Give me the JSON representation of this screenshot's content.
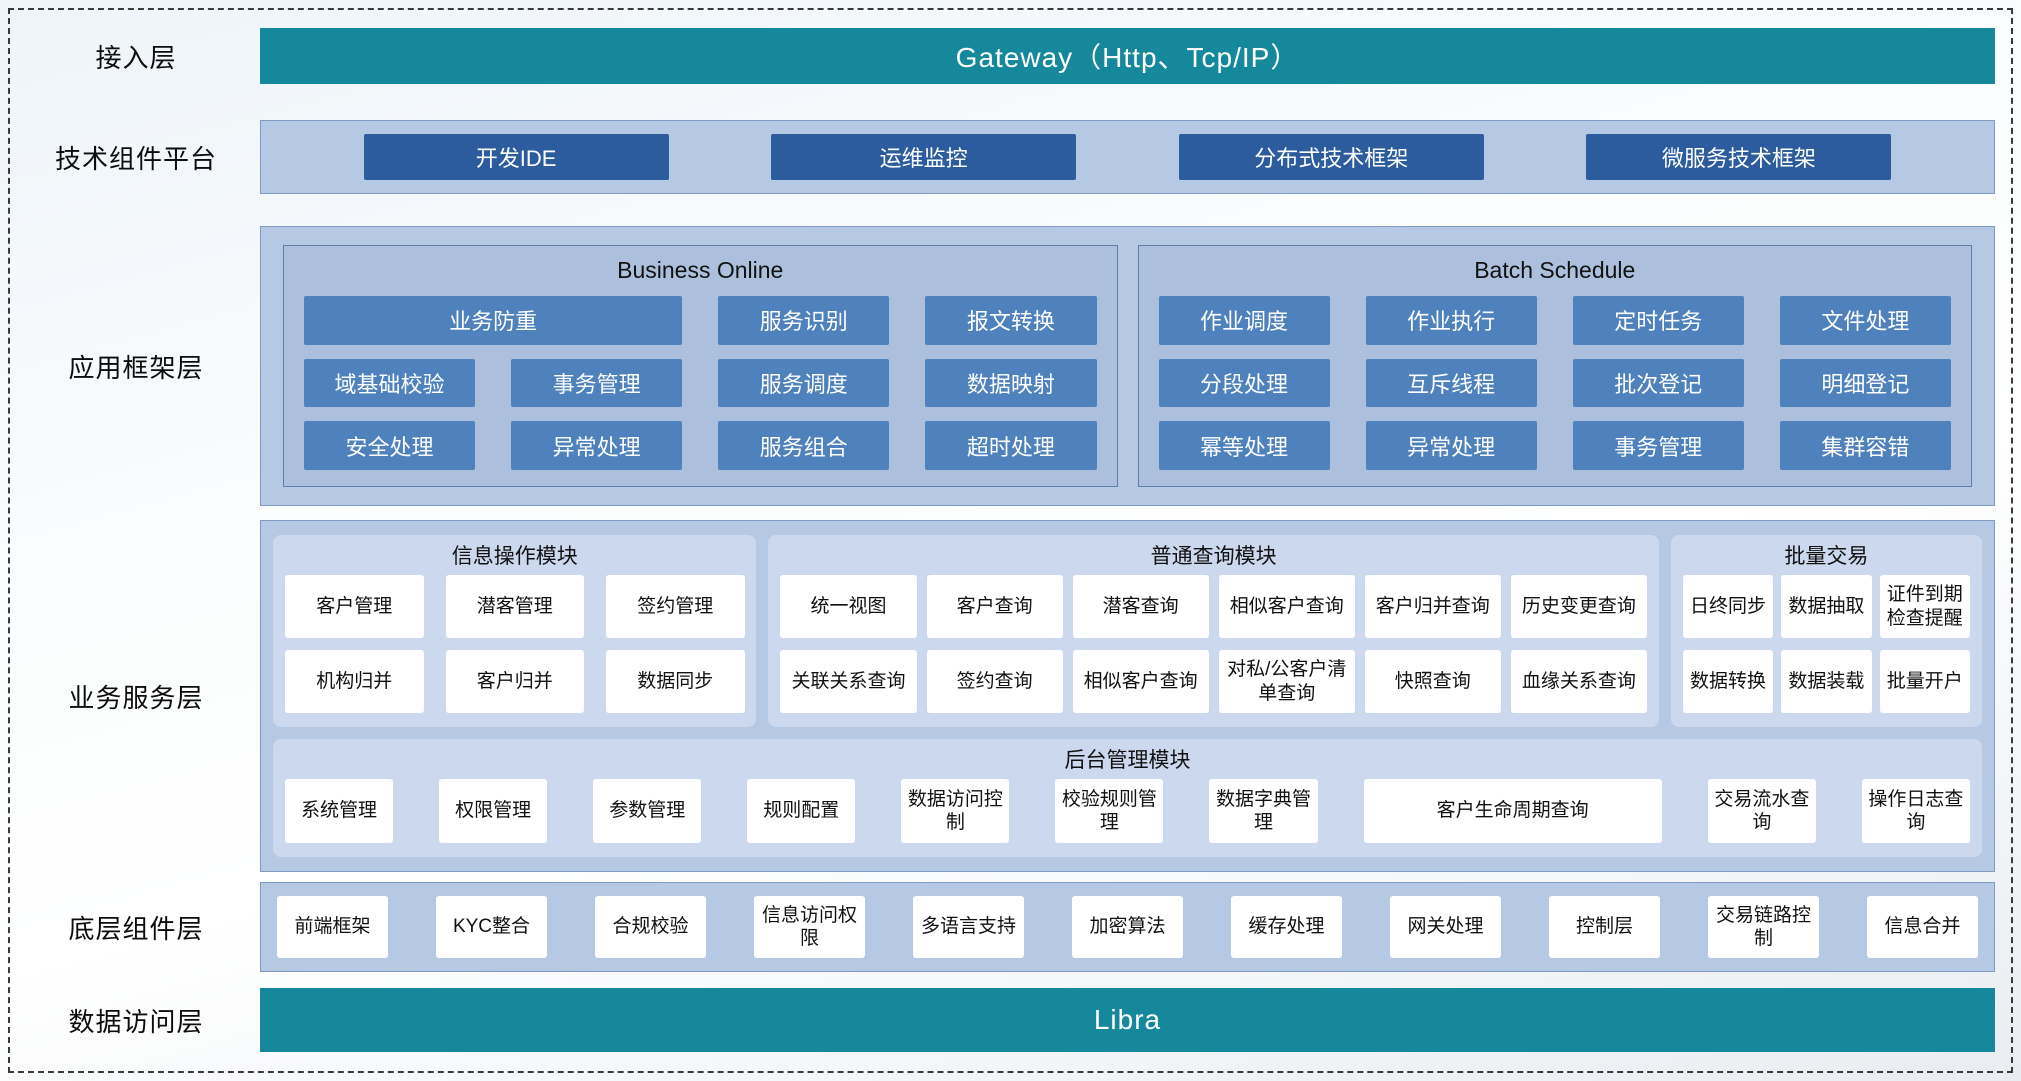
{
  "colors": {
    "teal": "#16889B",
    "dark-blue": "#2D5C9E",
    "mid-blue": "#4F81BD",
    "container-blue": "#B5C9E4",
    "panel-blue": "#ACC0DD",
    "light-panel": "#CCD8EE",
    "border-blue": "#7E9BC2",
    "text-dark": "#111111"
  },
  "layers": {
    "access": {
      "label": "接入层",
      "banner": "Gateway（Http、Tcp/IP）"
    },
    "tech_platform": {
      "label": "技术组件平台",
      "buttons": [
        "开发IDE",
        "运维监控",
        "分布式技术框架",
        "微服务技术框架"
      ]
    },
    "app_framework": {
      "label": "应用框架层",
      "business_online": {
        "title": "Business Online",
        "rows": [
          [
            "业务防重",
            "服务识别",
            "报文转换"
          ],
          [
            "域基础校验",
            "事务管理",
            "服务调度",
            "数据映射"
          ],
          [
            "安全处理",
            "异常处理",
            "服务组合",
            "超时处理"
          ]
        ]
      },
      "batch_schedule": {
        "title": "Batch Schedule",
        "rows": [
          [
            "作业调度",
            "作业执行",
            "定时任务",
            "文件处理"
          ],
          [
            "分段处理",
            "互斥线程",
            "批次登记",
            "明细登记"
          ],
          [
            "幂等处理",
            "异常处理",
            "事务管理",
            "集群容错"
          ]
        ]
      }
    },
    "business_service": {
      "label": "业务服务层",
      "info_ops": {
        "title": "信息操作模块",
        "rows": [
          [
            "客户管理",
            "潜客管理",
            "签约管理"
          ],
          [
            "机构归并",
            "客户归并",
            "数据同步"
          ]
        ]
      },
      "query": {
        "title": "普通查询模块",
        "rows": [
          [
            "统一视图",
            "客户查询",
            "潜客查询",
            "相似客户查询",
            "客户归并查询",
            "历史变更查询"
          ],
          [
            "关联关系查询",
            "签约查询",
            "相似客户查询",
            "对私/公客户清单查询",
            "快照查询",
            "血缘关系查询"
          ]
        ]
      },
      "batch_trade": {
        "title": "批量交易",
        "rows": [
          [
            "日终同步",
            "数据抽取",
            "证件到期检查提醒"
          ],
          [
            "数据转换",
            "数据装载",
            "批量开户"
          ]
        ]
      },
      "admin": {
        "title": "后台管理模块",
        "cells": [
          "系统管理",
          "权限管理",
          "参数管理",
          "规则配置",
          "数据访问控制",
          "校验规则管理",
          "数据字典管理",
          "客户生命周期查询",
          "交易流水查询",
          "操作日志查询"
        ]
      }
    },
    "base_components": {
      "label": "底层组件层",
      "cells": [
        "前端框架",
        "KYC整合",
        "合规校验",
        "信息访问权限",
        "多语言支持",
        "加密算法",
        "缓存处理",
        "网关处理",
        "控制层",
        "交易链路控制",
        "信息合并"
      ]
    },
    "data_access": {
      "label": "数据访问层",
      "banner": "Libra"
    }
  }
}
